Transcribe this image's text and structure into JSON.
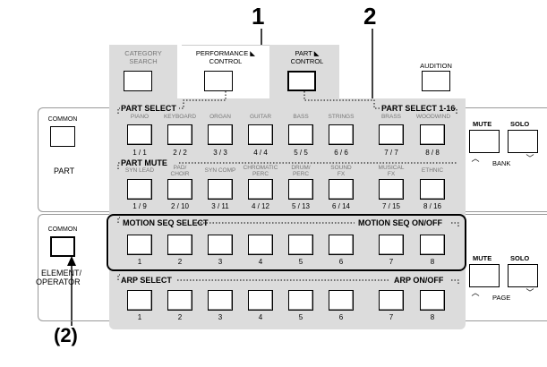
{
  "callouts": {
    "one": "1",
    "two": "2",
    "paren_two": "(2)"
  },
  "top_buttons": {
    "category_search": "CATEGORY SEARCH",
    "performance_control": "PERFORMANCE ◣ CONTROL",
    "part_control": "PART ◣ CONTROL",
    "audition": "AUDITION"
  },
  "sections": {
    "part_select": "PART SELECT",
    "part_select_range": "PART SELECT 1-16",
    "part_mute": "PART MUTE",
    "motion_seq_select": "MOTION SEQ SELECT",
    "motion_seq_onoff": "MOTION SEQ ON/OFF",
    "arp_select": "ARP SELECT",
    "arp_onoff": "ARP ON/OFF"
  },
  "left": {
    "common_top": "COMMON",
    "part": "PART",
    "common_bottom": "COMMON",
    "element_operator_1": "ELEMENT/",
    "element_operator_2": "OPERATOR"
  },
  "right": {
    "mute_top": "MUTE",
    "solo_top": "SOLO",
    "bank": "BANK",
    "mute_bottom": "MUTE",
    "solo_bottom": "SOLO",
    "page": "PAGE"
  },
  "row1": {
    "top": [
      "PIANO",
      "KEYBOARD",
      "ORGAN",
      "GUITAR",
      "BASS",
      "STRINGS",
      "BRASS",
      "WOODWIND"
    ],
    "bottom": [
      "1 / 1",
      "2 / 2",
      "3 / 3",
      "4 / 4",
      "5 / 5",
      "6 / 6",
      "7 / 7",
      "8 / 8"
    ]
  },
  "row2": {
    "top": [
      "SYN LEAD",
      "PAD/ CHOIR",
      "SYN COMP",
      "CHROMATIC PERC",
      "DRUM/ PERC",
      "SOUND FX",
      "MUSICAL FX",
      "ETHNIC"
    ],
    "bottom": [
      "1 / 9",
      "2 / 10",
      "3 / 11",
      "4 / 12",
      "5 / 13",
      "6 / 14",
      "7 / 15",
      "8 / 16"
    ]
  },
  "row3": {
    "bottom": [
      "1",
      "2",
      "3",
      "4",
      "5",
      "6",
      "7",
      "8"
    ]
  },
  "row4": {
    "bottom": [
      "1",
      "2",
      "3",
      "4",
      "5",
      "6",
      "7",
      "8"
    ]
  }
}
